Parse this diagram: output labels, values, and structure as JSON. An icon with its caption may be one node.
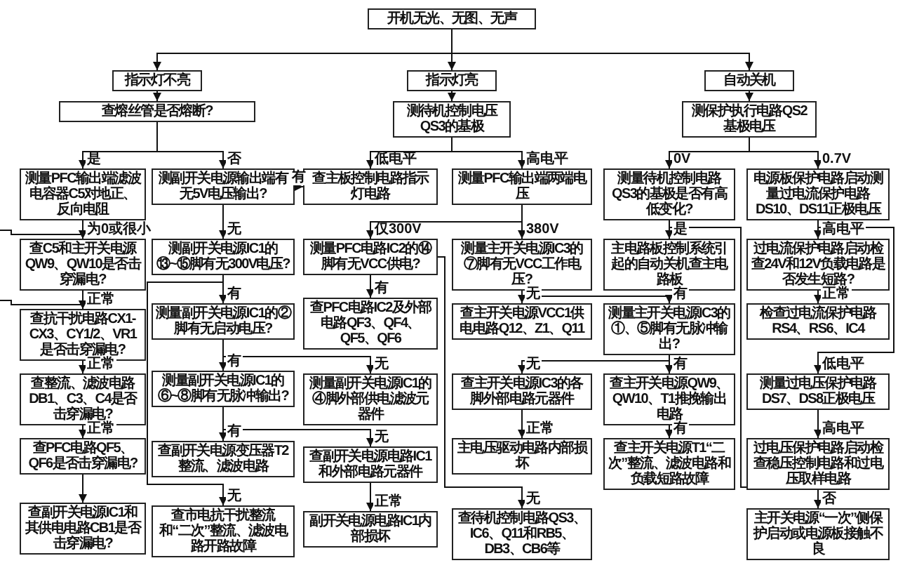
{
  "diagram": {
    "nodes": [
      {
        "text": [
          "开机无光、无图、无声"
        ]
      },
      {
        "text": [
          "指示灯不亮"
        ]
      },
      {
        "text": [
          "指示灯亮"
        ]
      },
      {
        "text": [
          "自动关机"
        ]
      },
      {
        "text": [
          "查熔丝管是否熔断?"
        ]
      },
      {
        "text": [
          "测量PFC输出端滤波电容器C5对地正、反向电阻"
        ]
      },
      {
        "text": [
          "测副开关电源输出端有无5V电压输出?"
        ]
      },
      {
        "text": [
          "查C5和主开关电源QW9、QW10是否击穿漏电?"
        ]
      },
      {
        "text": [
          "查抗干扰电路CX1-CX3、CY1/2、VR1是否击穿漏电?"
        ]
      },
      {
        "text": [
          "查整流、滤波电路DB1、C3、C4是否击穿漏电?"
        ]
      },
      {
        "text": [
          "查PFC电路QF5、QF6是否击穿漏电?"
        ]
      },
      {
        "text": [
          "查副开关电源IC1和其供电电路CB1是否击穿漏电?"
        ]
      },
      {
        "text": [
          "测副开关电源IC1的⑬~⑮脚有无300V电压?"
        ]
      },
      {
        "text": [
          "测量副开关电源IC1的②脚有无启动电压?"
        ]
      },
      {
        "text": [
          "测量副开关电源IC1的⑥~⑧脚有无脉冲输出?"
        ]
      },
      {
        "text": [
          "查副开关电源变压器T2整流、滤波电路"
        ]
      },
      {
        "text": [
          "查市电抗干扰整流和“二次”整流、滤波电路开路故障"
        ]
      },
      {
        "text": [
          "测待机控制电压QS3的基极"
        ]
      },
      {
        "text": [
          "查主板控制电路指示灯电路"
        ]
      },
      {
        "text": [
          "测量PFC输出端两端电压"
        ]
      },
      {
        "text": [
          "测量PFC电路IC2的⑭脚有无VCC供电?"
        ]
      },
      {
        "text": [
          "测量主开关电源IC3的⑦脚有无VCC工作电压?"
        ]
      },
      {
        "text": [
          "查PFC电路IC2及外部电路QF3、QF4、QF5、QF6"
        ]
      },
      {
        "text": [
          "测量副开关电源IC1的④脚外部供电滤波元器件"
        ]
      },
      {
        "text": [
          "查副开关电源电路IC1和外部电路元器件"
        ]
      },
      {
        "text": [
          "副开关电源电路IC1内部损坏"
        ]
      },
      {
        "text": [
          "查主开关电源VCC1供电电路Q12、Z1、Q11"
        ]
      },
      {
        "text": [
          "查主开关电源IC3的各脚外部电路元器件"
        ]
      },
      {
        "text": [
          "主电压驱动电路内部损坏"
        ]
      },
      {
        "text": [
          "查待机控制电路QS3、IC6、Q11和RB5、DB3、CB6等"
        ]
      },
      {
        "text": [
          "测保护执行电路QS2基极电压"
        ]
      },
      {
        "text": [
          "测量待机控制电路QS3的基极是否有高低变化?"
        ]
      },
      {
        "text": [
          "电源板保护电路启动测量过电流保护电路DS10、DS11正极电压"
        ]
      },
      {
        "text": [
          "主电路板控制系统引起的自动关机查主电路板"
        ]
      },
      {
        "text": [
          "过电流保护电路启动检查24V和12V负载电路是否发生短路?"
        ]
      },
      {
        "text": [
          "测量主开关电源IC3的①、⑤脚有无脉冲输出?"
        ]
      },
      {
        "text": [
          "查主开关电源QW9、QW10、T1推挽输出电路"
        ]
      },
      {
        "text": [
          "查主开关电源T1“二次”整流、滤波电路和负载短路故障"
        ]
      },
      {
        "text": [
          "检查过电流保护电路RS4、RS6、IC4"
        ]
      },
      {
        "text": [
          "测量过电压保护电路DS7、DS8正极电压"
        ]
      },
      {
        "text": [
          "过电压保护电路启动检查稳压控制电路和过电压取样电路"
        ]
      },
      {
        "text": [
          "主开关电源“一次”侧保护启动或电源板接触不良"
        ]
      }
    ],
    "edges": [
      {
        "from": 0,
        "to": 1,
        "arrow": "to"
      },
      {
        "from": 0,
        "to": 2,
        "arrow": "to"
      },
      {
        "from": 0,
        "to": 3,
        "arrow": "to"
      },
      {
        "from": 1,
        "to": 4,
        "arrow": "to"
      },
      {
        "from": 4,
        "to": 5,
        "arrow": "to",
        "label": "是"
      },
      {
        "from": 4,
        "to": 6,
        "arrow": "to",
        "label": "否"
      },
      {
        "from": 5,
        "to": 7,
        "arrow": "to",
        "label": "为0或很小"
      },
      {
        "from": null,
        "to": 7,
        "arrow": "to"
      },
      {
        "from": 7,
        "to": 8,
        "arrow": "to",
        "label": "正常"
      },
      {
        "from": null,
        "to": 8,
        "arrow": "to"
      },
      {
        "from": 8,
        "to": 9,
        "arrow": "to",
        "label": "正常"
      },
      {
        "from": 9,
        "to": 10,
        "arrow": "to",
        "label": "正常"
      },
      {
        "from": 10,
        "to": 11,
        "arrow": "to"
      },
      {
        "from": 6,
        "to": 12,
        "arrow": "to",
        "label": "无"
      },
      {
        "from": 6,
        "to": 18,
        "arrow": "to",
        "label": "有"
      },
      {
        "from": 12,
        "to": 13,
        "arrow": "to",
        "label": "有"
      },
      {
        "from": 12,
        "to": 16,
        "arrow": "to",
        "label": "无"
      },
      {
        "from": 13,
        "to": 14,
        "arrow": "to",
        "label": "有"
      },
      {
        "from": 13,
        "to": 23,
        "arrow": "to",
        "label": "无"
      },
      {
        "from": 14,
        "to": 15,
        "arrow": "to",
        "label": "有"
      },
      {
        "from": 14,
        "to": 24,
        "arrow": "to",
        "label": "无"
      },
      {
        "from": 24,
        "to": 25,
        "arrow": "to",
        "label": "正常"
      },
      {
        "from": 2,
        "to": 17,
        "arrow": "to"
      },
      {
        "from": 17,
        "to": 18,
        "arrow": "to",
        "label": "低电平"
      },
      {
        "from": 17,
        "to": 19,
        "arrow": "to",
        "label": "高电平"
      },
      {
        "from": 19,
        "to": 20,
        "arrow": "to",
        "label": "仅300V"
      },
      {
        "from": 19,
        "to": 21,
        "arrow": "to",
        "label": "380V"
      },
      {
        "from": 20,
        "to": 22,
        "arrow": "to",
        "label": "有"
      },
      {
        "from": 20,
        "to": 29,
        "arrow": "to",
        "label": "无"
      },
      {
        "from": 21,
        "to": 26,
        "arrow": "to",
        "label": "无"
      },
      {
        "from": 21,
        "to": 35,
        "arrow": "to",
        "label": "有"
      },
      {
        "from": 35,
        "to": 27,
        "arrow": "to",
        "label": "无"
      },
      {
        "from": 27,
        "to": 28,
        "arrow": "to",
        "label": "正常"
      },
      {
        "from": 35,
        "to": 36,
        "arrow": "to",
        "label": "有"
      },
      {
        "from": 36,
        "to": 37,
        "arrow": "to",
        "label": "有"
      },
      {
        "from": 3,
        "to": 30,
        "arrow": "to"
      },
      {
        "from": 30,
        "to": 31,
        "arrow": "to",
        "label": "0V"
      },
      {
        "from": 30,
        "to": 32,
        "arrow": "to",
        "label": "0.7V"
      },
      {
        "from": 31,
        "to": 33,
        "arrow": "to",
        "label": "是"
      },
      {
        "from": 31,
        "to": 41,
        "arrow": "to",
        "label": "否"
      },
      {
        "from": 32,
        "to": 34,
        "arrow": "to",
        "label": "高电平"
      },
      {
        "from": 32,
        "to": 39,
        "arrow": "to",
        "label": "低电平"
      },
      {
        "from": 34,
        "to": 38,
        "arrow": "to",
        "label": "正常"
      },
      {
        "from": 39,
        "to": 40,
        "arrow": "to",
        "label": "高电平"
      }
    ]
  }
}
